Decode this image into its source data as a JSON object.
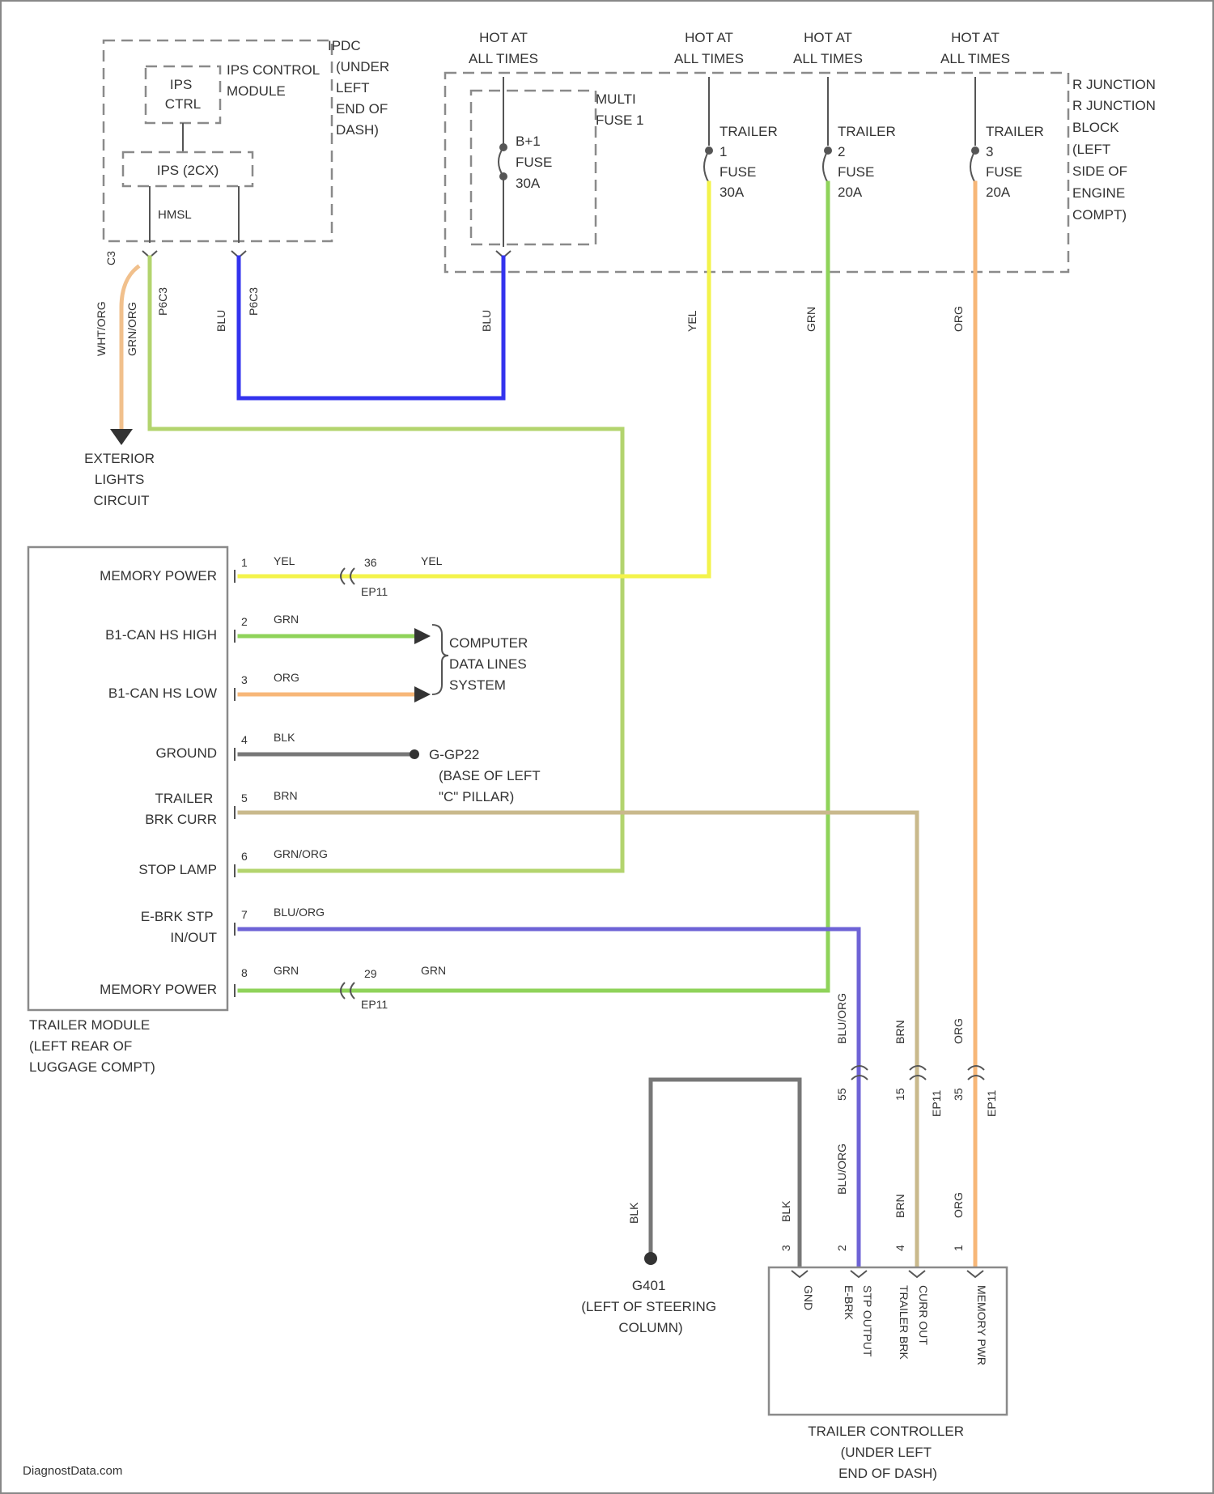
{
  "ipdc": {
    "box_label": [
      "IPDC",
      "(UNDER",
      "LEFT",
      "END OF",
      "DASH)"
    ],
    "ctrl_label": [
      "IPS",
      "CTRL"
    ],
    "ctrl_module_label": [
      "IPS CONTROL",
      "MODULE"
    ],
    "switch_label": "IPS (2CX)",
    "hmsl_label": "HMSL",
    "pin_c3": "C3",
    "conn_left": "P6C3",
    "conn_right": "P6C3"
  },
  "hot_at_all_times": [
    "HOT AT",
    "ALL TIMES"
  ],
  "junction_block": {
    "label": [
      "R JUNCTION",
      "BLOCK",
      "(LEFT",
      "SIDE OF",
      "ENGINE",
      "COMPT)"
    ],
    "multi_fuse_label": [
      "MULTI",
      "FUSE 1"
    ],
    "fuses": [
      {
        "name": [
          "B+1",
          "FUSE",
          "30A"
        ]
      },
      {
        "name": [
          "TRAILER",
          "1",
          "FUSE",
          "30A"
        ]
      },
      {
        "name": [
          "TRAILER",
          "2",
          "FUSE",
          "20A"
        ]
      },
      {
        "name": [
          "TRAILER",
          "3",
          "FUSE",
          "20A"
        ]
      }
    ]
  },
  "wire_colors": {
    "wht_org": "WHT/ORG",
    "grn_org": "GRN/ORG",
    "blu_a": "BLU",
    "blu_b": "BLU",
    "yel": "YEL",
    "grn": "GRN",
    "org": "ORG"
  },
  "exterior_lights": [
    "EXTERIOR",
    "LIGHTS",
    "CIRCUIT"
  ],
  "trailer_module": {
    "label": [
      "TRAILER MODULE",
      "(LEFT REAR OF",
      "LUGGAGE COMPT)"
    ],
    "pins": [
      {
        "pin": "1",
        "name": [
          "MEMORY POWER"
        ],
        "color": "YEL"
      },
      {
        "pin": "2",
        "name": [
          "B1-CAN HS HIGH"
        ],
        "color": "GRN"
      },
      {
        "pin": "3",
        "name": [
          "B1-CAN HS LOW"
        ],
        "color": "ORG"
      },
      {
        "pin": "4",
        "name": [
          "GROUND"
        ],
        "color": "BLK"
      },
      {
        "pin": "5",
        "name": [
          "TRAILER",
          "BRK CURR"
        ],
        "color": "BRN"
      },
      {
        "pin": "6",
        "name": [
          "STOP LAMP"
        ],
        "color": "GRN/ORG"
      },
      {
        "pin": "7",
        "name": [
          "E-BRK STP",
          "IN/OUT"
        ],
        "color": "BLU/ORG"
      },
      {
        "pin": "8",
        "name": [
          "MEMORY POWER"
        ],
        "color": "GRN"
      }
    ]
  },
  "connector_36": {
    "pin": "36",
    "conn": "EP11",
    "color": "YEL"
  },
  "connector_29": {
    "pin": "29",
    "conn": "EP11",
    "color": "GRN"
  },
  "computer_data_lines": [
    "COMPUTER",
    "DATA LINES",
    "SYSTEM"
  ],
  "ground_gp": [
    "G-GP22",
    "(BASE OF LEFT",
    "\"C\" PILLAR)"
  ],
  "ep11_vertical": {
    "pins": [
      "55",
      "15",
      "35"
    ],
    "label": "EP11",
    "upper_colors": [
      "BLU/ORG",
      "BRN",
      "ORG"
    ]
  },
  "controller_wires": {
    "pins": [
      "3",
      "2",
      "4",
      "1"
    ],
    "colors": [
      "BLK",
      "BLU/ORG",
      "BRN",
      "ORG"
    ]
  },
  "ground_g401": {
    "wire": "BLK",
    "label": [
      "G401",
      "(LEFT OF STEERING",
      "COLUMN)"
    ]
  },
  "trailer_controller": {
    "label": [
      "TRAILER CONTROLLER",
      "(UNDER LEFT",
      "END OF DASH)"
    ],
    "pins": [
      "GND",
      "E-BRK STP OUTPUT",
      "TRAILER BRK CURR OUT",
      "MEMORY PWR"
    ]
  },
  "watermark": "DiagnostData.com",
  "colors": {
    "blue": "#3333ee",
    "yellow": "#f3f34a",
    "green": "#8fd35a",
    "green_org": "#b3d46e",
    "orange": "#f7b778",
    "brown": "#c9b98c",
    "blu_org": "#6e63d6",
    "black": "#555555",
    "wht_org": "#f1c08c"
  }
}
